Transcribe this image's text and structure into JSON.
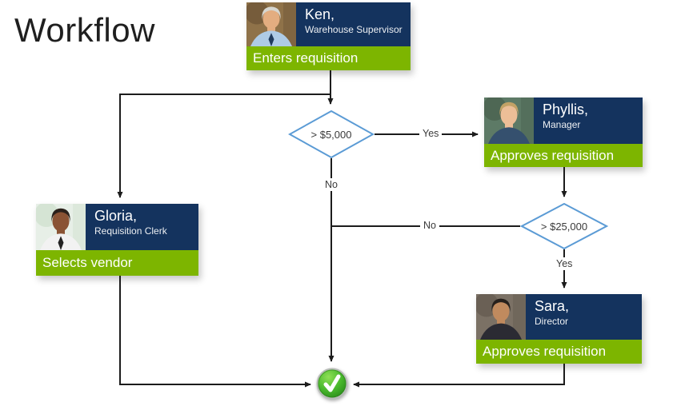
{
  "title": "Workflow",
  "colors": {
    "navy": "#14335e",
    "green": "#7db500",
    "diamond_border": "#5b9bd5",
    "line": "#1c1c1c",
    "check_green": "#3aa523",
    "check_green_light": "#8fdf55"
  },
  "nodes": [
    {
      "name": "Ken,",
      "role": "Warehouse Supervisor",
      "action": "Enters requisition",
      "photo": {
        "bg": "#8f7249",
        "bg2": "#6e5637",
        "hair": "#d6d6d0",
        "skin": "#e3ad80",
        "shirt": "#aecbe6",
        "tie": "#1f3a5c"
      }
    },
    {
      "name": "Phyllis,",
      "role": "Manager",
      "action": "Approves requisition",
      "photo": {
        "bg": "#5d7a66",
        "bg2": "#49614f",
        "hair": "#c3a266",
        "skin": "#ecbe97",
        "shirt": "#35506e"
      }
    },
    {
      "name": "Gloria,",
      "role": "Requisition Clerk",
      "action": "Selects vendor",
      "photo": {
        "bg": "#e7efe7",
        "bg2": "#cfe0cd",
        "hair": "#2b211b",
        "skin": "#8a5334",
        "shirt": "#f2f2f2",
        "tie": "#222222"
      }
    },
    {
      "name": "Sara,",
      "role": "Director",
      "action": "Approves requisition",
      "photo": {
        "bg": "#7b7165",
        "bg2": "#645b50",
        "hair": "#26201c",
        "skin": "#c08a5e",
        "shirt": "#2b2b33"
      }
    }
  ],
  "decisions": [
    {
      "label": "> $5,000"
    },
    {
      "label": "> $25,000"
    }
  ],
  "edge_labels": [
    {
      "text": "Yes"
    },
    {
      "text": "No"
    },
    {
      "text": "No"
    },
    {
      "text": "Yes"
    }
  ],
  "end_node": {
    "icon": "check-icon"
  }
}
